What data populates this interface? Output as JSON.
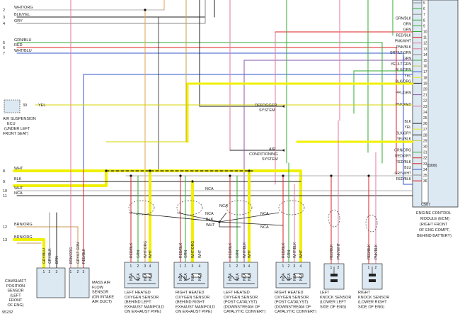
{
  "figure_id": "95232",
  "ecm": {
    "title_lines": [
      "ENGINE CONTROL",
      "MODULE (ECM)",
      "(RIGHT FRONT",
      "OF ENG COMPT,",
      "BEHIND BATTERY)"
    ],
    "connector": "C507",
    "year": "(1998)",
    "pins": [
      {
        "num": "5",
        "color": "",
        "wire": "#8a8a8a"
      },
      {
        "num": "6",
        "color": "",
        "wire": "#33aa33"
      },
      {
        "num": "7",
        "color": "",
        "wire": "#8a8a8a"
      },
      {
        "num": "8",
        "color": "GRN/BLK",
        "wire": "#33aa33"
      },
      {
        "num": "9",
        "color": "GRN",
        "wire": "#33aa33"
      },
      {
        "num": "10",
        "color": "GRN",
        "wire": "#33aa33"
      },
      {
        "num": "11",
        "color": "RED/BLK",
        "wire": "#dd2222"
      },
      {
        "num": "12",
        "color": "PNK/WHT",
        "wire": "#e27a9a"
      },
      {
        "num": "13",
        "color": "PNK/BLK",
        "wire": "#e27a9a"
      },
      {
        "num": "14",
        "color": "GRY/LT GRN",
        "wire": "#8a8a8a"
      },
      {
        "num": "15",
        "color": "GRN",
        "wire": "#33aa33"
      },
      {
        "num": "16",
        "color": "YEL/LT GRN",
        "wire": "#c8c84a"
      },
      {
        "num": "17",
        "color": "BLU/GRN",
        "wire": "#3355cc"
      },
      {
        "num": "18",
        "color": "YEL",
        "wire": "#e8e830"
      },
      {
        "num": "19",
        "color": "BLK/ORG",
        "wire": "#222222"
      },
      {
        "num": "20",
        "color": "",
        "wire": ""
      },
      {
        "num": "21",
        "color": "PPL/GRN",
        "wire": "#8855aa"
      },
      {
        "num": "22",
        "color": "",
        "wire": ""
      },
      {
        "num": "23",
        "color": "PNK/RED",
        "wire": "#e27a9a"
      },
      {
        "num": "24",
        "color": "",
        "wire": ""
      },
      {
        "num": "25",
        "color": "",
        "wire": ""
      },
      {
        "num": "26",
        "color": "BLK",
        "wire": "#222222"
      },
      {
        "num": "27",
        "color": "YEL",
        "wire": "#e8e830"
      },
      {
        "num": "28",
        "color": "BLK/GRY",
        "wire": "#222222"
      },
      {
        "num": "29",
        "color": "YEL/BLK",
        "wire": "#c8c84a"
      },
      {
        "num": "30",
        "color": "",
        "wire": ""
      },
      {
        "num": "31",
        "color": "GRN/ORG",
        "wire": "#33aa33"
      },
      {
        "num": "32",
        "color": "RED/GRY",
        "wire": "#dd2222"
      },
      {
        "num": "33",
        "color": "RED/BLK",
        "wire": "#dd2222"
      },
      {
        "num": "34",
        "color": "BLU",
        "wire": "#3355cc"
      },
      {
        "num": "35",
        "color": "GRY/WHT",
        "wire": "#8a8a8a"
      },
      {
        "num": "36",
        "color": "RED/BLK",
        "wire": "#dd2222"
      }
    ]
  },
  "left_terminals": [
    {
      "num": "2",
      "label": "WHT/ORG"
    },
    {
      "num": "3",
      "label": "BLK/YEL"
    },
    {
      "num": "4",
      "label": "GRY"
    },
    {
      "num": "5",
      "label": "GRN/BLU"
    },
    {
      "num": "6",
      "label": "RED"
    },
    {
      "num": "7",
      "label": "WHT/BLU"
    },
    {
      "num": "8",
      "label": "WHT"
    },
    {
      "num": "9",
      "label": "BLK"
    },
    {
      "num": "10",
      "label": "WHT"
    },
    {
      "num": "11",
      "label": "NCA"
    },
    {
      "num": "12",
      "label": "BRN/ORG"
    },
    {
      "num": "13",
      "label": "BRN/ORG"
    }
  ],
  "air_suspension": {
    "pin": "30",
    "wire": "YEL",
    "label_lines": [
      "AIR SUSPENSION",
      "ECU",
      "(UNDER LEFT",
      "FRONT SEAT)"
    ]
  },
  "defogger": {
    "label_lines": [
      "DEFOGGER",
      "SYSTEM"
    ]
  },
  "ac": {
    "label_lines": [
      "AIR",
      "CONDITIONING",
      "SYSTEM"
    ]
  },
  "nca_labels": [
    "NCA",
    "NCA",
    "NCA",
    "NCA",
    "NCA"
  ],
  "mid_labels": {
    "blk": "BLK",
    "wht": "WHT"
  },
  "sensors": [
    {
      "id": "camshaft",
      "label_lines": [
        "CAMSHAFT",
        "POSITION",
        "SENSOR",
        "(LEFT",
        "FRONT",
        "OF ENG)"
      ],
      "wires": [
        "GRY/BLU",
        "GRY/BLK",
        "BRN"
      ],
      "pins": [
        "1",
        "2",
        "3"
      ]
    },
    {
      "id": "maf",
      "label_lines": [
        "MASS AIR",
        "FLOW",
        "SENSOR",
        "(ON INTAKE",
        "AIR DUCT)"
      ],
      "wires": [
        "BRN/ORG",
        "GRY/LT GRN",
        "RED/BLK"
      ],
      "pins": [
        "1",
        "2",
        "3"
      ]
    },
    {
      "id": "left-o2",
      "label_lines": [
        "LEFT HEATED",
        "OXYGEN SENSOR",
        "(BEHIND LEFT",
        "EXHAUST MANIFOLD",
        "ON EXHAUST PIPE)"
      ],
      "wires": [
        "RED/BLK",
        "GRN",
        "WHT/ORG",
        "WHT"
      ],
      "pins": [
        "1",
        "2",
        "3",
        "4"
      ],
      "nca": "NCA"
    },
    {
      "id": "right-o2",
      "label_lines": [
        "RIGHT HEATED",
        "OXYGEN SENSOR",
        "(BEHIND RIGHT",
        "EXHAUST MANIFOLD",
        "ON EXHAUST PIPE)"
      ],
      "wires": [
        "RED/BLK",
        "GRN",
        "WHT/ORG",
        "WHT"
      ],
      "pins": [
        "1",
        "2",
        "3",
        "4"
      ],
      "nca": "NCA"
    },
    {
      "id": "left-post",
      "label_lines": [
        "LEFT HEATED",
        "OXYGEN SENSOR",
        "(POST CATALYST)",
        "(DOWNSTREAM OF",
        "CATALYTIC CONVERT)"
      ],
      "wires": [
        "RED/BLK",
        "GRN",
        "WHT/BLK",
        "WHT"
      ],
      "pins": [
        "1",
        "2",
        "3",
        "4"
      ],
      "nca": "NCA"
    },
    {
      "id": "right-post",
      "label_lines": [
        "RIGHT HEATED",
        "OXYGEN SENSOR",
        "(POST CATALYST)",
        "(DOWNSTREAM OF",
        "CATALYTIC CONVERT)"
      ],
      "wires": [
        "RED/BLK",
        "GRN",
        "WHT/BLK",
        "WHT"
      ],
      "pins": [
        "1",
        "2",
        "3",
        "4"
      ],
      "nca": "NCA"
    },
    {
      "id": "left-knock",
      "label_lines": [
        "LEFT",
        "KNOCK SENSOR",
        "(LOWER LEFT",
        "SIDE OF ENG)"
      ],
      "wires": [
        "RED/BLK",
        "PNK/WHT"
      ],
      "pins": [
        "1",
        "2"
      ]
    },
    {
      "id": "right-knock",
      "label_lines": [
        "RIGHT",
        "KNOCK SENSOR",
        "(LOWER RIGHT",
        "SIDE OF ENG)"
      ],
      "wires": [
        "RED/BLK",
        "PNK/BLK"
      ],
      "pins": [
        "1",
        "2"
      ]
    }
  ]
}
